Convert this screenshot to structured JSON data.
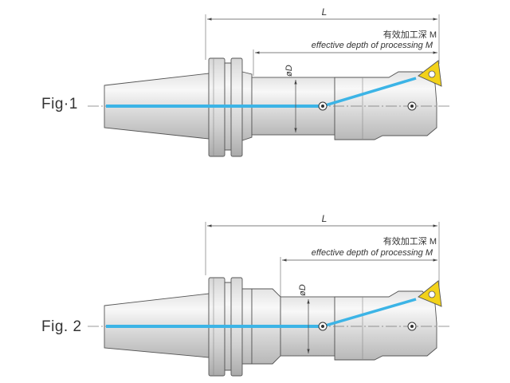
{
  "figures": [
    {
      "label": "Fig·1",
      "dim_L": "L",
      "depth_cn": "有效加工深 M",
      "depth_en": "effective depth of processing  M",
      "dim_D": "øD"
    },
    {
      "label": "Fig. 2",
      "dim_L": "L",
      "depth_cn": "有效加工深 M",
      "depth_en": "effective depth of processing  M",
      "dim_D": "øD"
    }
  ],
  "colors": {
    "coolant": "#3cb4e6",
    "outline": "#555555",
    "insert": "#f2d21a",
    "metal_light": "#f2f2f2",
    "metal_dark": "#bdbdbd"
  }
}
